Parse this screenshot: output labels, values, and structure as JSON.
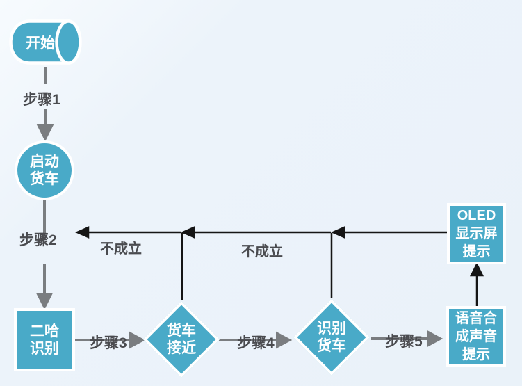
{
  "colors": {
    "background": "#eaf2f9",
    "shape_fill": "#49aac8",
    "shape_border": "#ffffff",
    "shape_text": "#ffffff",
    "gray_connector": "#7a7d80",
    "black_connector": "#151515",
    "label_text": "#4a4b4f"
  },
  "nodes": {
    "start": {
      "label": "开始"
    },
    "start_truck": {
      "line1": "启动",
      "line2": "货车"
    },
    "husky": {
      "line1": "二哈",
      "line2": "识别"
    },
    "truck_near": {
      "line1": "货车",
      "line2": "接近"
    },
    "recognize_truck": {
      "line1": "识别",
      "line2": "货车"
    },
    "voice": {
      "line1": "语音合",
      "line2": "成声音",
      "line3": "提示"
    },
    "oled": {
      "line1": "OLED",
      "line2": "显示屏",
      "line3": "提示"
    }
  },
  "edge_labels": {
    "step1": "步骤1",
    "step2": "步骤2",
    "step3": "步骤3",
    "step4": "步骤4",
    "step5": "步骤5",
    "not_true_1": "不成立",
    "not_true_2": "不成立"
  }
}
